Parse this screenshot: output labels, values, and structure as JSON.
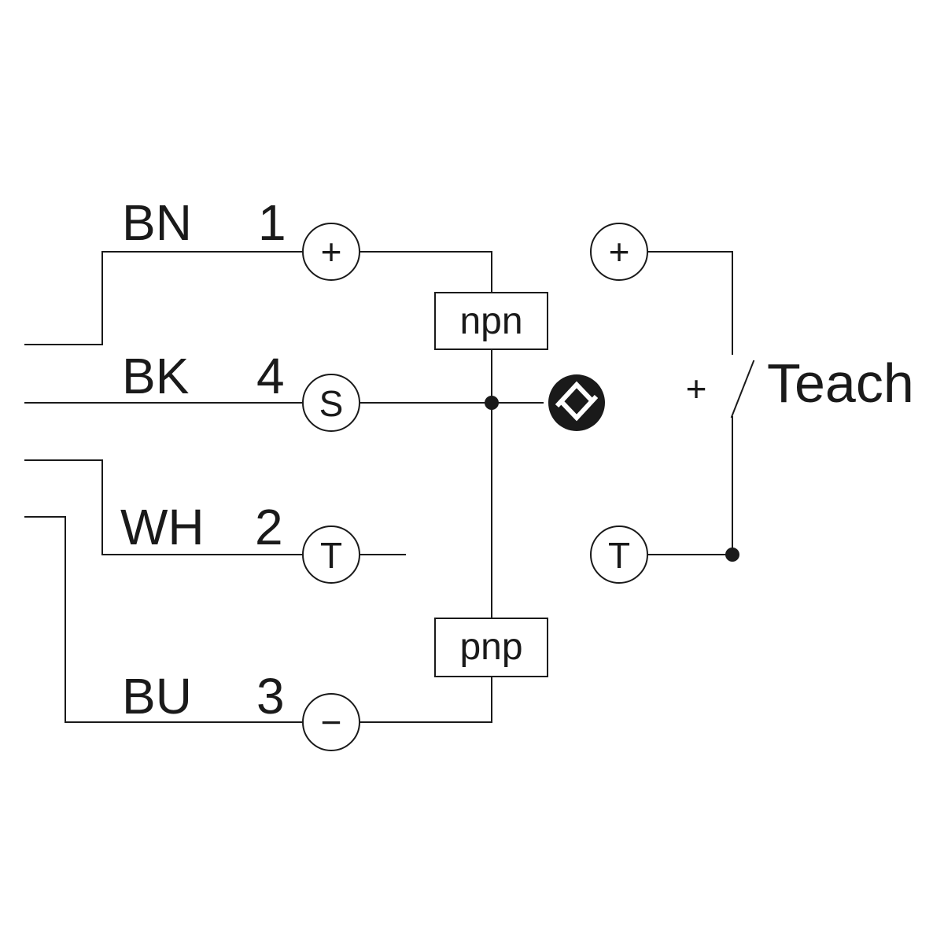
{
  "wires": [
    {
      "color": "BN",
      "pin": "1",
      "terminal": "+"
    },
    {
      "color": "BK",
      "pin": "4",
      "terminal": "S"
    },
    {
      "color": "WH",
      "pin": "2",
      "terminal": "T"
    },
    {
      "color": "BU",
      "pin": "3",
      "terminal": "−"
    }
  ],
  "boxes": {
    "top": "npn",
    "bottom": "pnp"
  },
  "teach": {
    "plus_terminal": "+",
    "t_terminal": "T",
    "switch_sign": "+",
    "label": "Teach"
  },
  "output_symbol": "output-switching-icon",
  "colors": {
    "line": "#1a1a1a",
    "background": "#ffffff"
  }
}
